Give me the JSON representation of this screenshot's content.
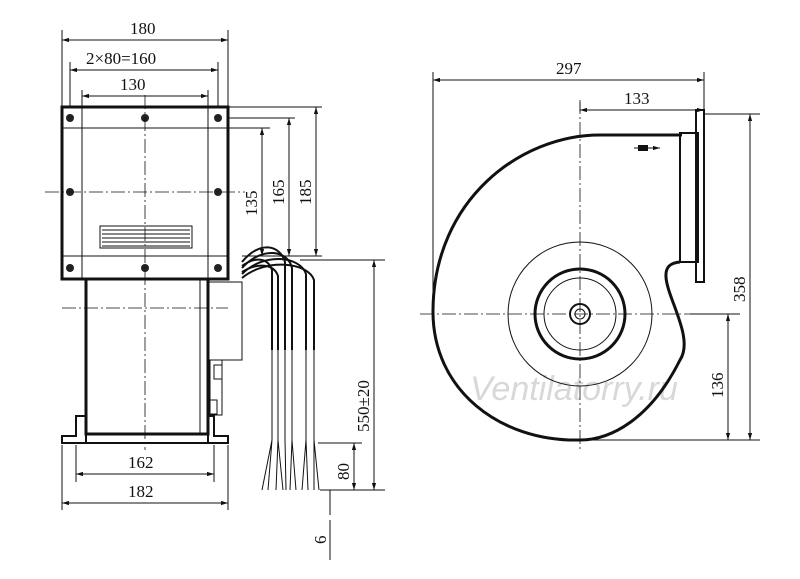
{
  "dimensions": {
    "width_total": "180",
    "bolt_spacing": "2×80=160",
    "outlet_width": "130",
    "height_135": "135",
    "height_165": "165",
    "height_185": "185",
    "base_inner": "162",
    "base_outer": "182",
    "cable_length": "550±20",
    "cable_strip": "80",
    "cable_end": "6",
    "length_total": "297",
    "outlet_offset": "133",
    "height_total": "358",
    "axis_height": "136"
  },
  "watermark": "Ventilatorry.ru",
  "colors": {
    "line": "#111111",
    "watermark": "#d8d8d8"
  }
}
